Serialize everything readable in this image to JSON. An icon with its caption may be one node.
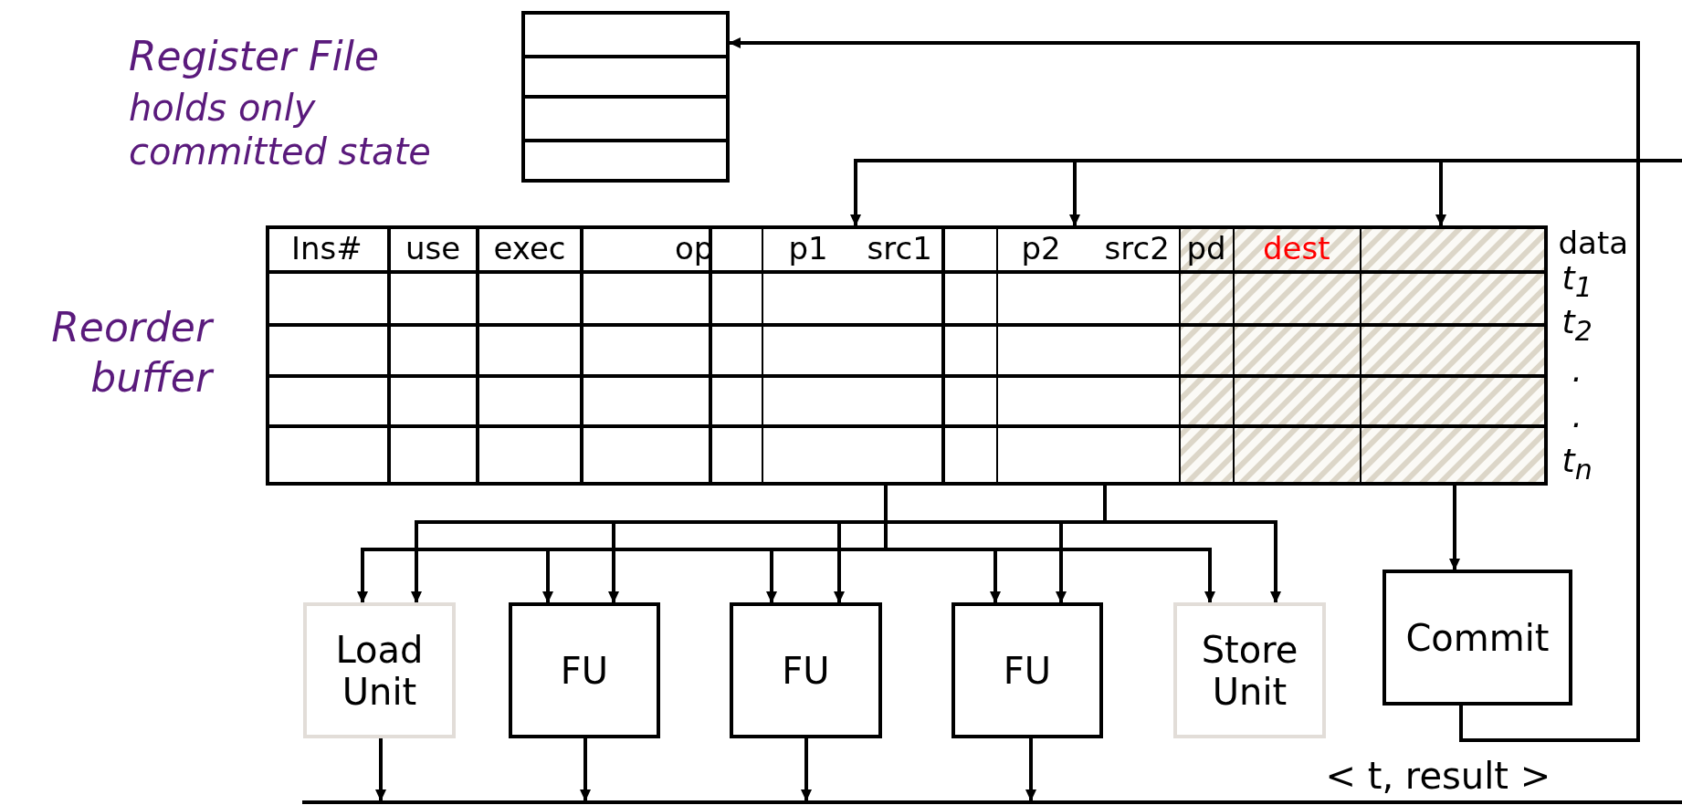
{
  "diagram": {
    "nodes": [
      {
        "text": [
          "Register File",
          "holds only committed state"
        ]
      },
      {
        "text": [
          "Reorder buffer"
        ]
      },
      {
        "text": [
          "Load Unit"
        ]
      },
      {
        "text": [
          "FU"
        ]
      },
      {
        "text": [
          "FU"
        ]
      },
      {
        "text": [
          "FU"
        ]
      },
      {
        "text": [
          "Store Unit"
        ]
      },
      {
        "text": [
          "Commit"
        ]
      },
      {
        "text": [],
        "shape": "bar"
      }
    ],
    "edges": [
      {
        "from": null,
        "to": 1,
        "arrow": "to"
      },
      {
        "from": null,
        "to": 1,
        "arrow": "to"
      },
      {
        "from": null,
        "to": 1,
        "arrow": "to"
      },
      {
        "from": 1,
        "to": 2,
        "arrow": "to"
      },
      {
        "from": 1,
        "to": 2,
        "arrow": "to"
      },
      {
        "from": 1,
        "to": 3,
        "arrow": "to"
      },
      {
        "from": 1,
        "to": 3,
        "arrow": "to"
      },
      {
        "from": 1,
        "to": 4,
        "arrow": "to"
      },
      {
        "from": 1,
        "to": 4,
        "arrow": "to"
      },
      {
        "from": 1,
        "to": 5,
        "arrow": "to"
      },
      {
        "from": 1,
        "to": 5,
        "arrow": "to"
      },
      {
        "from": 1,
        "to": 6,
        "arrow": "to"
      },
      {
        "from": 1,
        "to": 6,
        "arrow": "to"
      },
      {
        "from": 1,
        "to": 7,
        "arrow": "to"
      },
      {
        "from": 7,
        "to": 0,
        "arrow": "to"
      },
      {
        "from": 2,
        "to": 8,
        "arrow": "to"
      },
      {
        "from": 3,
        "to": 8,
        "arrow": "to"
      },
      {
        "from": 4,
        "to": 8,
        "arrow": "to"
      },
      {
        "from": 5,
        "to": 8,
        "arrow": "to"
      }
    ],
    "labels": [
      "Ins#",
      "use",
      "exec",
      "op",
      "p1",
      "src1",
      "p2",
      "src2",
      "pd",
      "dest",
      "data",
      "t$_{1}$",
      "t$_{2}$",
      ".",
      ".",
      "t$_{n}$",
      "< t, result >"
    ]
  }
}
